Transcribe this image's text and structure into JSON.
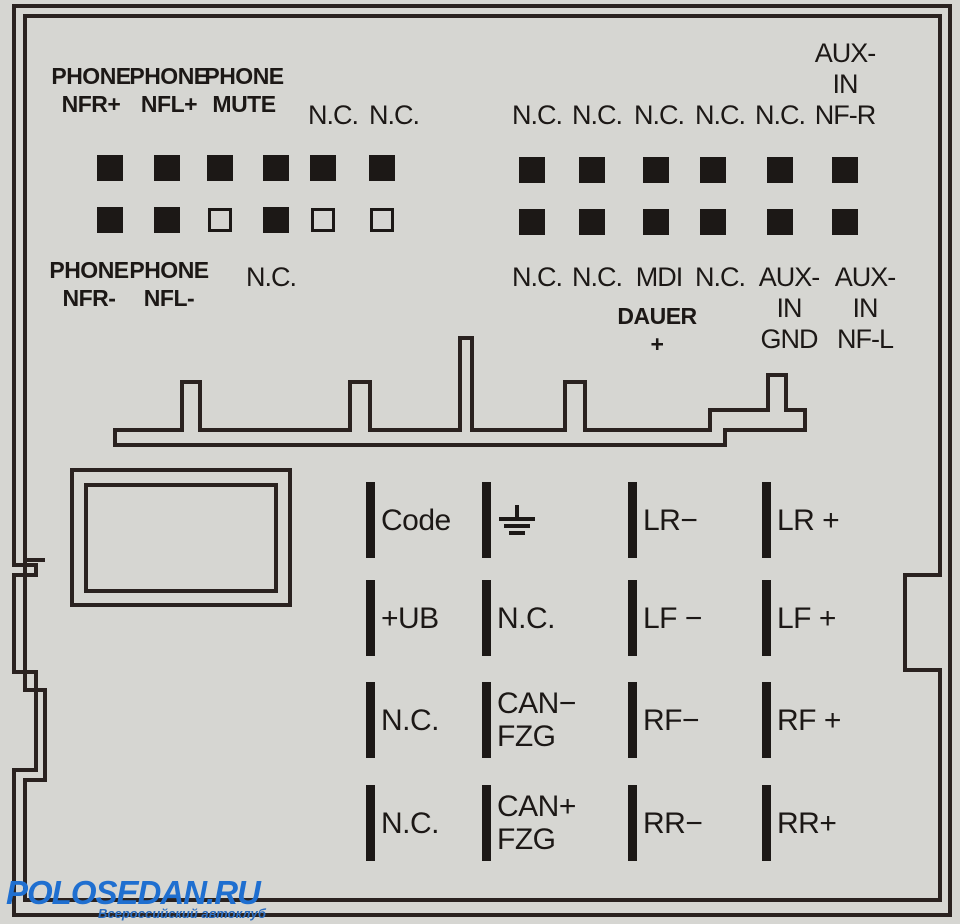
{
  "top_left_upper_labels": [
    "PHONE\nNFR+",
    "PHONE\nNFL+",
    "PHONE\nMUTE",
    "N.C.",
    "N.C."
  ],
  "top_left_lower_labels": [
    "PHONE\nNFR-",
    "PHONE\nNFL-",
    "N.C."
  ],
  "top_right_upper_labels": [
    "N.C.",
    "N.C.",
    "N.C.",
    "N.C.",
    "N.C.",
    "AUX-\nIN\nNF-R"
  ],
  "top_right_lower_labels": [
    "N.C.",
    "N.C.",
    "MDI",
    "N.C.",
    "AUX-\nIN\nGND",
    "AUX-\nIN\nNF-L"
  ],
  "mdi_sub_label": "DAUER\n+",
  "pin_rows": {
    "left_row1": [
      "filled",
      "filled",
      "filled",
      "filled",
      "filled",
      "filled"
    ],
    "left_row2": [
      "filled",
      "filled",
      "hollow",
      "filled",
      "hollow",
      "hollow"
    ],
    "right_row1": [
      "filled",
      "filled",
      "filled",
      "filled",
      "filled",
      "filled"
    ],
    "right_row2": [
      "filled",
      "filled",
      "filled",
      "filled",
      "filled",
      "filled"
    ]
  },
  "power_connector": [
    [
      "Code",
      "ground-symbol",
      "LR−",
      "LR +"
    ],
    [
      "+UB",
      "N.C.",
      "LF −",
      "LF +"
    ],
    [
      "N.C.",
      "CAN−\nFZG",
      "RF−",
      "RF +"
    ],
    [
      "N.C.",
      "CAN+\nFZG",
      "RR−",
      "RR+"
    ]
  ],
  "watermark": {
    "title": "POLOSEDAN.RU",
    "subtitle": "Всероссийский автоклуб"
  },
  "colors": {
    "ink": "#1c1816",
    "background": "#d6d6d2",
    "watermark": "#1f6fd0"
  }
}
